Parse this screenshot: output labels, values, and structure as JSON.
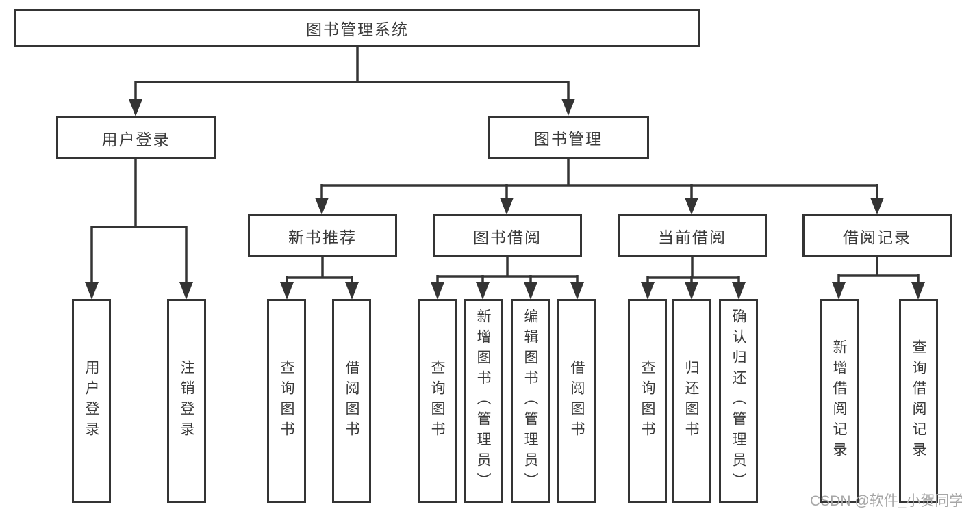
{
  "diagram": {
    "root": {
      "label": "图书管理系统"
    },
    "level2": [
      {
        "id": "user-login",
        "label": "用户登录"
      },
      {
        "id": "book-management",
        "label": "图书管理"
      }
    ],
    "level3": [
      {
        "id": "new-book-recommend",
        "parent": "图书管理",
        "label": "新书推荐"
      },
      {
        "id": "book-borrow",
        "parent": "图书管理",
        "label": "图书借阅"
      },
      {
        "id": "current-borrow",
        "parent": "图书管理",
        "label": "当前借阅"
      },
      {
        "id": "borrow-records",
        "parent": "图书管理",
        "label": "借阅记录"
      }
    ],
    "leaves": [
      {
        "parent": "用户登录",
        "label": "用户登录"
      },
      {
        "parent": "用户登录",
        "label": "注销登录"
      },
      {
        "parent": "新书推荐",
        "label": "查询图书"
      },
      {
        "parent": "新书推荐",
        "label": "借阅图书"
      },
      {
        "parent": "图书借阅",
        "label": "查询图书"
      },
      {
        "parent": "图书借阅",
        "label": "新增图书（管理员）"
      },
      {
        "parent": "图书借阅",
        "label": "编辑图书（管理员）"
      },
      {
        "parent": "图书借阅",
        "label": "借阅图书"
      },
      {
        "parent": "当前借阅",
        "label": "查询图书"
      },
      {
        "parent": "当前借阅",
        "label": "归还图书"
      },
      {
        "parent": "当前借阅",
        "label": "确认归还（管理员）"
      },
      {
        "parent": "借阅记录",
        "label": "新增借阅记录"
      },
      {
        "parent": "借阅记录",
        "label": "查询借阅记录"
      }
    ],
    "watermark": "CSDN @软件_小贺同学",
    "colors": {
      "line": "#343434",
      "box_border": "#343434",
      "text": "#3a3a3a",
      "watermark": "#a6a6a6",
      "background": "#ffffff"
    }
  }
}
